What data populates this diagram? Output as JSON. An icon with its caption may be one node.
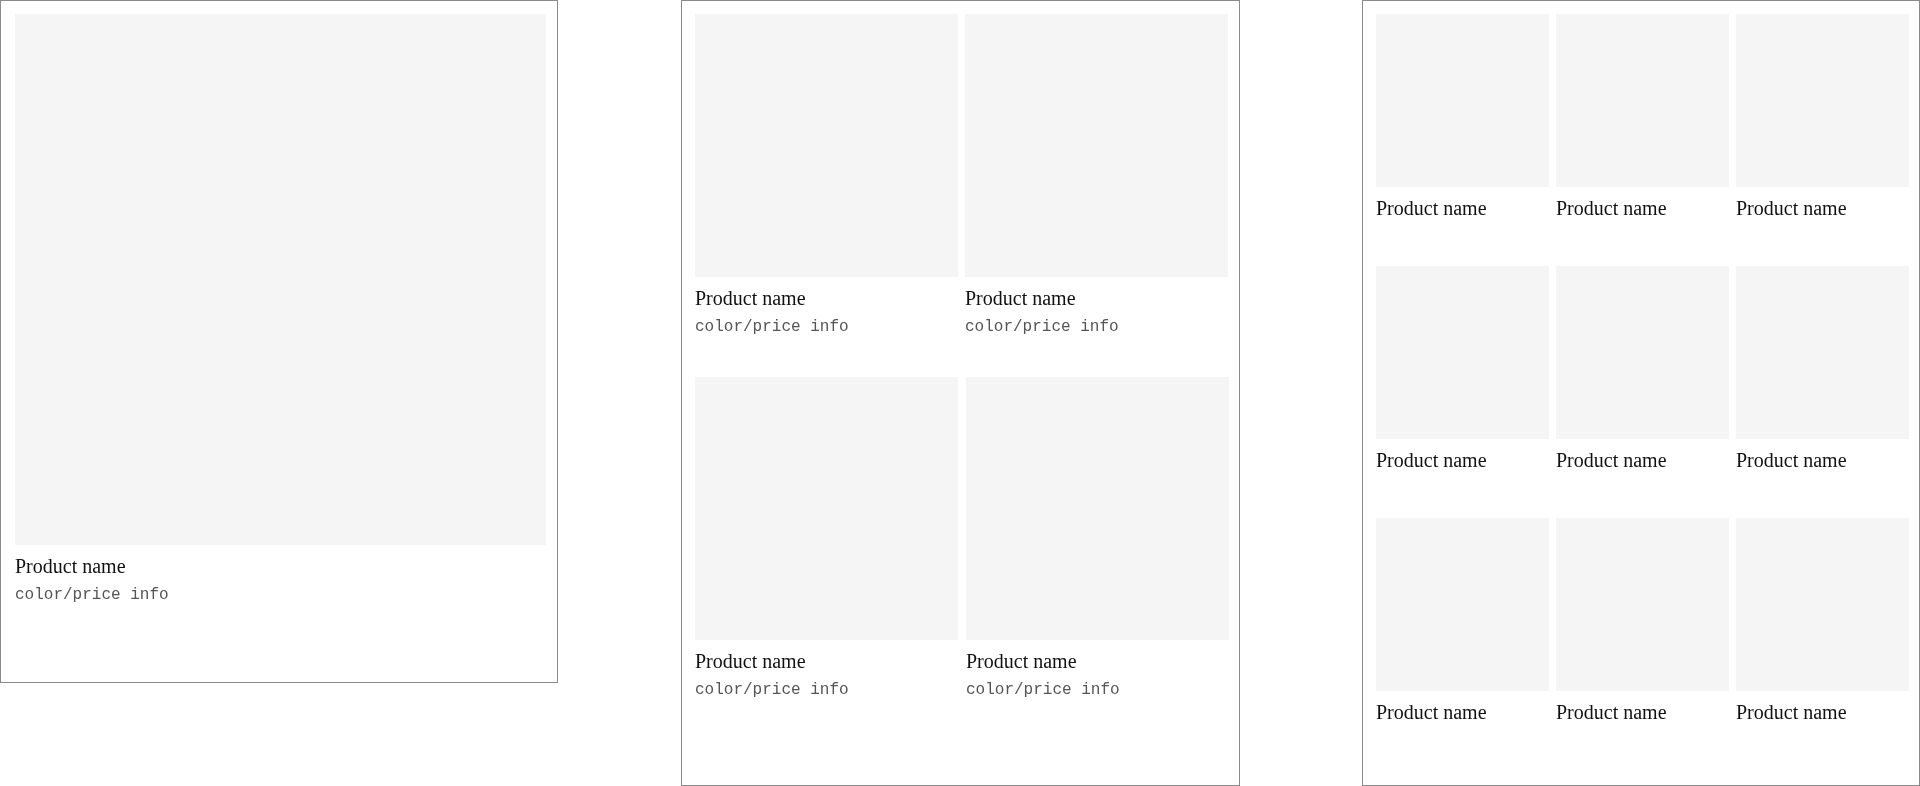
{
  "diagram": {
    "nodes": [
      {
        "text": [],
        "shape": "box"
      },
      {
        "text": [
          "Product name",
          "color/price info"
        ],
        "in": 0
      },
      {
        "text": [],
        "shape": "box"
      },
      {
        "text": [
          "Product name",
          "color/price info"
        ],
        "in": 2
      },
      {
        "text": [
          "Product name",
          "color/price info"
        ],
        "in": 2
      },
      {
        "text": [
          "Product name",
          "color/price info"
        ],
        "in": 2
      },
      {
        "text": [
          "Product name",
          "color/price info"
        ],
        "in": 2
      },
      {
        "text": [],
        "shape": "box"
      },
      {
        "text": [
          "Product name"
        ],
        "in": 7
      },
      {
        "text": [
          "Product name"
        ],
        "in": 7
      },
      {
        "text": [
          "Product name"
        ],
        "in": 7
      },
      {
        "text": [
          "Product name"
        ],
        "in": 7
      },
      {
        "text": [
          "Product name"
        ],
        "in": 7
      },
      {
        "text": [
          "Product name"
        ],
        "in": 7
      },
      {
        "text": [
          "Product name"
        ],
        "in": 7
      },
      {
        "text": [
          "Product name"
        ],
        "in": 7
      },
      {
        "text": [
          "Product name"
        ],
        "in": 7
      }
    ]
  }
}
